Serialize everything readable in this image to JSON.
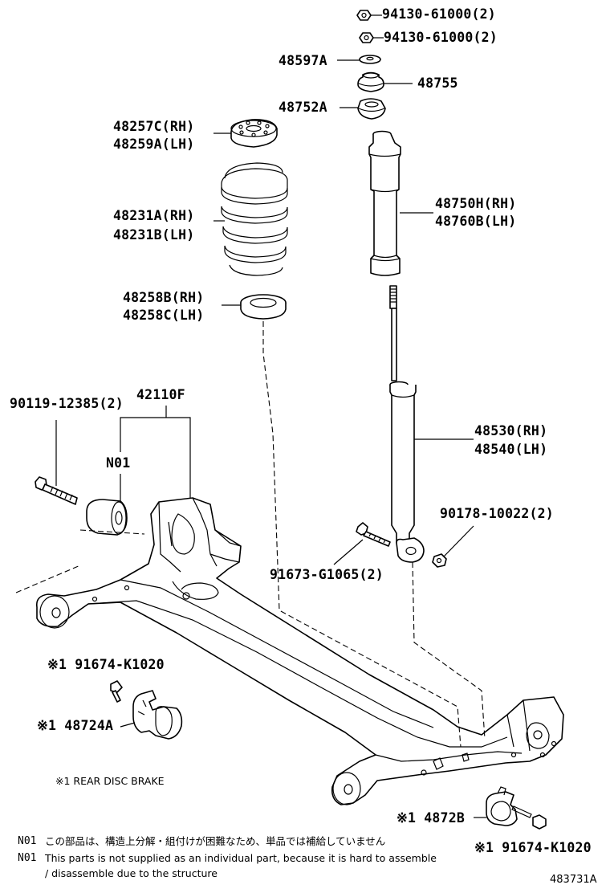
{
  "labels": {
    "nut_upper": "94130-61000(2)",
    "nut_lower": "94130-61000(2)",
    "washer": "48597A",
    "support": "48755",
    "seat": "48752A",
    "upper_insulator_rh": "48257C(RH)",
    "upper_insulator_lh": "48259A(LH)",
    "spring_rh": "48231A(RH)",
    "spring_lh": "48231B(LH)",
    "lower_insulator_rh": "48258B(RH)",
    "lower_insulator_lh": "48258C(LH)",
    "boot_rh": "48750H(RH)",
    "boot_lh": "48760B(LH)",
    "bolt_axle": "90119-12385(2)",
    "axle_beam": "42110F",
    "bushing_note": "N01",
    "absorber_rh": "48530(RH)",
    "absorber_lh": "48540(LH)",
    "nut_absorber": "90178-10022(2)",
    "bolt_absorber": "91673-G1065(2)",
    "bolt_bracket_left": "※1 91674-K1020",
    "bracket_left": "※1 48724A",
    "bracket_right": "※1 4872B",
    "bolt_bracket_right": "※1 91674-K1020"
  },
  "notes": {
    "disc_brake": "※1  REAR DISC BRAKE",
    "n01_code_jp": "N01",
    "n01_jp": "この部品は、構造上分解・組付けが困難なため、単品では補給していません",
    "n01_code_en": "N01",
    "n01_en_1": "This parts is not supplied as an individual part, because it is hard to assemble",
    "n01_en_2": "/ disassemble due to the structure"
  },
  "figure_id": "483731A"
}
